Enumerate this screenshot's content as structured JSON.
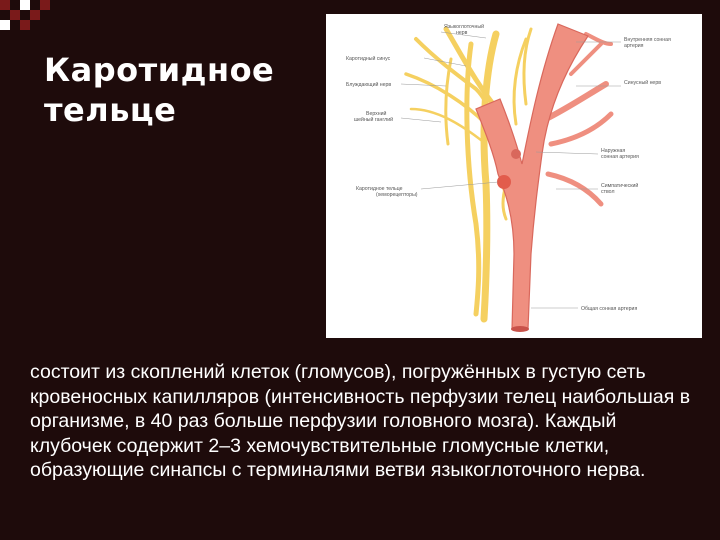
{
  "slide": {
    "title_line1": "Каротидное",
    "title_line2": "тельце",
    "body": "состоит из скоплений клеток (гломусов), погружённых в густую сеть кровеносных капилляров (интенсивность перфузии телец наибольшая в организме, в 40 раз больше перфузии головного мозга). Каждый клубочек содержит 2–3 хемочувствительные гломусные клетки, образующие синапсы с терминалями ветви языкоглоточного нерва."
  },
  "figure": {
    "labels": {
      "l1": "Языкоглоточный",
      "l1b": "нерв",
      "l2": "Внутренняя сонная",
      "l2b": "артерия",
      "l3": "Каротидный синус",
      "l4": "Блуждающий нерв",
      "l5": "Синусный нерв",
      "l6": "Верхний",
      "l6b": "шейный ганглий",
      "l7": "Наружная",
      "l7b": "сонная артерия",
      "l8": "Каротидное тельце",
      "l8b": "(хеморецепторы)",
      "l9": "Симпатический",
      "l9b": "ствол",
      "l10": "Общая сонная артерия"
    }
  },
  "colors": {
    "background": "#1e0b0b",
    "artery": "#ef8f80",
    "artery_dark": "#d9685c",
    "nerve": "#f5d060"
  }
}
